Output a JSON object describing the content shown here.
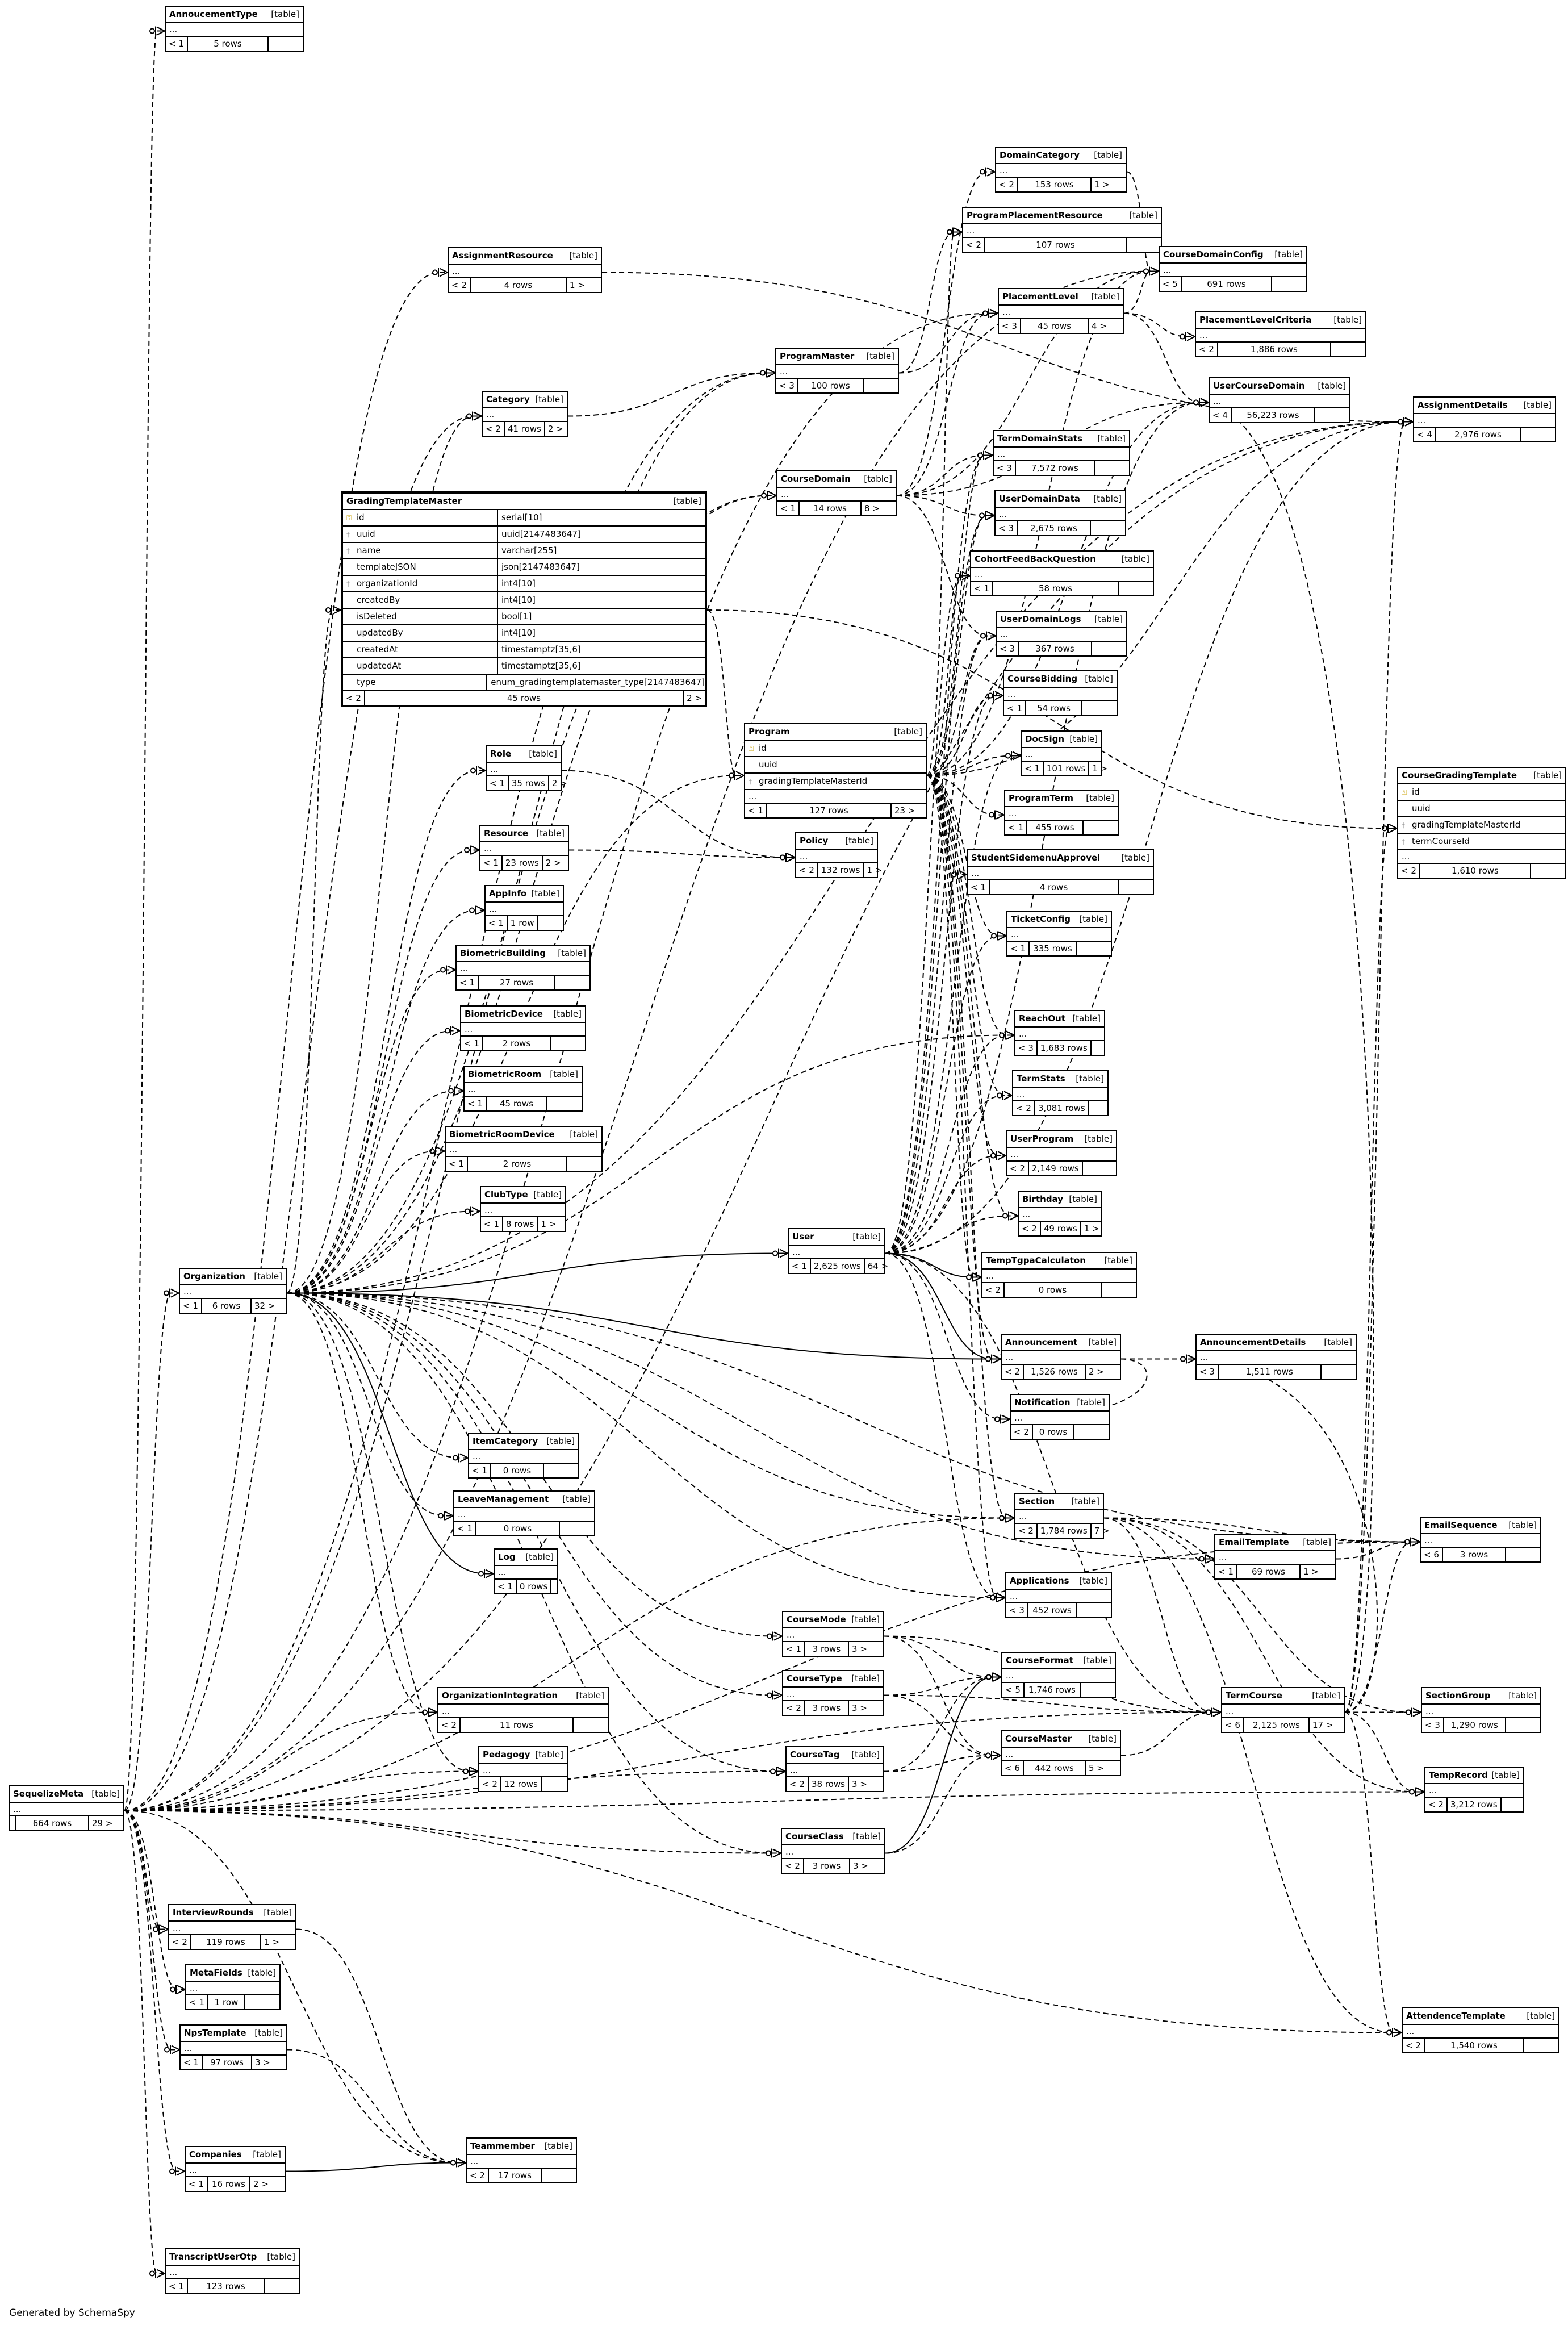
{
  "tables": {
    "AnnoucementType": {
      "name": "AnnoucementType",
      "type": "[table]",
      "row_indicator": "...",
      "left": "< 1",
      "rows": "5 rows",
      "right": ""
    },
    "DomainCategory": {
      "name": "DomainCategory",
      "type": "[table]",
      "row_indicator": "...",
      "left": "< 2",
      "rows": "153 rows",
      "right": "1 >"
    },
    "ProgramPlacementResource": {
      "name": "ProgramPlacementResource",
      "type": "[table]",
      "row_indicator": "...",
      "left": "< 2",
      "rows": "107 rows",
      "right": ""
    },
    "CourseDomainConfig": {
      "name": "CourseDomainConfig",
      "type": "[table]",
      "row_indicator": "...",
      "left": "< 5",
      "rows": "691 rows",
      "right": ""
    },
    "AssignmentResource": {
      "name": "AssignmentResource",
      "type": "[table]",
      "row_indicator": "...",
      "left": "< 2",
      "rows": "4 rows",
      "right": "1 >"
    },
    "PlacementLevel": {
      "name": "PlacementLevel",
      "type": "[table]",
      "row_indicator": "...",
      "left": "< 3",
      "rows": "45 rows",
      "right": "4 >"
    },
    "PlacementLevelCriteria": {
      "name": "PlacementLevelCriteria",
      "type": "[table]",
      "row_indicator": "...",
      "left": "< 2",
      "rows": "1,886 rows",
      "right": ""
    },
    "ProgramMaster": {
      "name": "ProgramMaster",
      "type": "[table]",
      "row_indicator": "...",
      "left": "< 3",
      "rows": "100 rows",
      "right": ""
    },
    "UserCourseDomain": {
      "name": "UserCourseDomain",
      "type": "[table]",
      "row_indicator": "...",
      "left": "< 4",
      "rows": "56,223 rows",
      "right": ""
    },
    "Category": {
      "name": "Category",
      "type": "[table]",
      "row_indicator": "...",
      "left": "< 2",
      "rows": "41 rows",
      "right": "2 >"
    },
    "AssignmentDetails": {
      "name": "AssignmentDetails",
      "type": "[table]",
      "row_indicator": "...",
      "left": "< 4",
      "rows": "2,976 rows",
      "right": ""
    },
    "TermDomainStats": {
      "name": "TermDomainStats",
      "type": "[table]",
      "row_indicator": "...",
      "left": "< 3",
      "rows": "7,572 rows",
      "right": ""
    },
    "CourseDomain": {
      "name": "CourseDomain",
      "type": "[table]",
      "row_indicator": "...",
      "left": "< 1",
      "rows": "14 rows",
      "right": "8 >"
    },
    "UserDomainData": {
      "name": "UserDomainData",
      "type": "[table]",
      "row_indicator": "...",
      "left": "< 3",
      "rows": "2,675 rows",
      "right": ""
    },
    "CohortFeedBackQuestion": {
      "name": "CohortFeedBackQuestion",
      "type": "[table]",
      "row_indicator": "...",
      "left": "< 1",
      "rows": "58 rows",
      "right": ""
    },
    "UserDomainLogs": {
      "name": "UserDomainLogs",
      "type": "[table]",
      "row_indicator": "...",
      "left": "< 3",
      "rows": "367 rows",
      "right": ""
    },
    "CourseBidding": {
      "name": "CourseBidding",
      "type": "[table]",
      "row_indicator": "...",
      "left": "< 1",
      "rows": "54 rows",
      "right": ""
    },
    "DocSign": {
      "name": "DocSign",
      "type": "[table]",
      "row_indicator": "...",
      "left": "< 1",
      "rows": "101 rows",
      "right": "1 >"
    },
    "Program": {
      "name": "Program",
      "type": "[table]",
      "row_indicator": "...",
      "left": "< 1",
      "rows": "127 rows",
      "right": "23 >",
      "columns": [
        {
          "name": "id",
          "type": "",
          "icon": "key"
        },
        {
          "name": "uuid",
          "type": "",
          "icon": ""
        },
        {
          "name": "gradingTemplateMasterId",
          "type": "",
          "icon": "fk"
        }
      ]
    },
    "CourseGradingTemplate": {
      "name": "CourseGradingTemplate",
      "type": "[table]",
      "row_indicator": "...",
      "left": "< 2",
      "rows": "1,610 rows",
      "right": "",
      "columns": [
        {
          "name": "id",
          "type": "",
          "icon": "key"
        },
        {
          "name": "uuid",
          "type": "",
          "icon": ""
        },
        {
          "name": "gradingTemplateMasterId",
          "type": "",
          "icon": "fk"
        },
        {
          "name": "termCourseId",
          "type": "",
          "icon": "fk"
        }
      ]
    },
    "ProgramTerm": {
      "name": "ProgramTerm",
      "type": "[table]",
      "row_indicator": "...",
      "left": "< 1",
      "rows": "455 rows",
      "right": ""
    },
    "Role": {
      "name": "Role",
      "type": "[table]",
      "row_indicator": "...",
      "left": "< 1",
      "rows": "35 rows",
      "right": "2 >"
    },
    "Resource": {
      "name": "Resource",
      "type": "[table]",
      "row_indicator": "...",
      "left": "< 1",
      "rows": "23 rows",
      "right": "2 >"
    },
    "Policy": {
      "name": "Policy",
      "type": "[table]",
      "row_indicator": "...",
      "left": "< 2",
      "rows": "132 rows",
      "right": "1 >"
    },
    "StudentSidemenuApprovel": {
      "name": "StudentSidemenuApprovel",
      "type": "[table]",
      "row_indicator": "...",
      "left": "< 1",
      "rows": "4 rows",
      "right": ""
    },
    "AppInfo": {
      "name": "AppInfo",
      "type": "[table]",
      "row_indicator": "...",
      "left": "< 1",
      "rows": "1 row",
      "right": ""
    },
    "TicketConfig": {
      "name": "TicketConfig",
      "type": "[table]",
      "row_indicator": "...",
      "left": "< 1",
      "rows": "335 rows",
      "right": ""
    },
    "BiometricBuilding": {
      "name": "BiometricBuilding",
      "type": "[table]",
      "row_indicator": "...",
      "left": "< 1",
      "rows": "27 rows",
      "right": ""
    },
    "BiometricDevice": {
      "name": "BiometricDevice",
      "type": "[table]",
      "row_indicator": "...",
      "left": "< 1",
      "rows": "2 rows",
      "right": ""
    },
    "ReachOut": {
      "name": "ReachOut",
      "type": "[table]",
      "row_indicator": "...",
      "left": "< 3",
      "rows": "1,683 rows",
      "right": ""
    },
    "TermStats": {
      "name": "TermStats",
      "type": "[table]",
      "row_indicator": "...",
      "left": "< 2",
      "rows": "3,081 rows",
      "right": ""
    },
    "BiometricRoom": {
      "name": "BiometricRoom",
      "type": "[table]",
      "row_indicator": "...",
      "left": "< 1",
      "rows": "45 rows",
      "right": ""
    },
    "UserProgram": {
      "name": "UserProgram",
      "type": "[table]",
      "row_indicator": "...",
      "left": "< 2",
      "rows": "2,149 rows",
      "right": ""
    },
    "BiometricRoomDevice": {
      "name": "BiometricRoomDevice",
      "type": "[table]",
      "row_indicator": "...",
      "left": "< 1",
      "rows": "2 rows",
      "right": ""
    },
    "Birthday": {
      "name": "Birthday",
      "type": "[table]",
      "row_indicator": "...",
      "left": "< 2",
      "rows": "49 rows",
      "right": "1 >"
    },
    "ClubType": {
      "name": "ClubType",
      "type": "[table]",
      "row_indicator": "...",
      "left": "< 1",
      "rows": "8 rows",
      "right": "1 >"
    },
    "User": {
      "name": "User",
      "type": "[table]",
      "row_indicator": "...",
      "left": "< 1",
      "rows": "2,625 rows",
      "right": "64 >"
    },
    "TempTgpaCalculaton": {
      "name": "TempTgpaCalculaton",
      "type": "[table]",
      "row_indicator": "...",
      "left": "< 2",
      "rows": "0 rows",
      "right": ""
    },
    "Organization": {
      "name": "Organization",
      "type": "[table]",
      "row_indicator": "...",
      "left": "< 1",
      "rows": "6 rows",
      "right": "32 >"
    },
    "Announcement": {
      "name": "Announcement",
      "type": "[table]",
      "row_indicator": "...",
      "left": "< 2",
      "rows": "1,526 rows",
      "right": "2 >"
    },
    "AnnouncementDetails": {
      "name": "AnnouncementDetails",
      "type": "[table]",
      "row_indicator": "...",
      "left": "< 3",
      "rows": "1,511 rows",
      "right": ""
    },
    "Notification": {
      "name": "Notification",
      "type": "[table]",
      "row_indicator": "...",
      "left": "< 2",
      "rows": "0 rows",
      "right": ""
    },
    "ItemCategory": {
      "name": "ItemCategory",
      "type": "[table]",
      "row_indicator": "...",
      "left": "< 1",
      "rows": "0 rows",
      "right": ""
    },
    "LeaveManagement": {
      "name": "LeaveManagement",
      "type": "[table]",
      "row_indicator": "...",
      "left": "< 1",
      "rows": "0 rows",
      "right": ""
    },
    "Section": {
      "name": "Section",
      "type": "[table]",
      "row_indicator": "...",
      "left": "< 2",
      "rows": "1,784 rows",
      "right": "7 >"
    },
    "EmailSequence": {
      "name": "EmailSequence",
      "type": "[table]",
      "row_indicator": "...",
      "left": "< 6",
      "rows": "3 rows",
      "right": ""
    },
    "EmailTemplate": {
      "name": "EmailTemplate",
      "type": "[table]",
      "row_indicator": "...",
      "left": "< 1",
      "rows": "69 rows",
      "right": "1 >"
    },
    "Log": {
      "name": "Log",
      "type": "[table]",
      "row_indicator": "...",
      "left": "< 1",
      "rows": "0 rows",
      "right": ""
    },
    "Applications": {
      "name": "Applications",
      "type": "[table]",
      "row_indicator": "...",
      "left": "< 3",
      "rows": "452 rows",
      "right": ""
    },
    "CourseMode": {
      "name": "CourseMode",
      "type": "[table]",
      "row_indicator": "...",
      "left": "< 1",
      "rows": "3 rows",
      "right": "3 >"
    },
    "CourseFormat": {
      "name": "CourseFormat",
      "type": "[table]",
      "row_indicator": "...",
      "left": "< 5",
      "rows": "1,746 rows",
      "right": ""
    },
    "CourseType": {
      "name": "CourseType",
      "type": "[table]",
      "row_indicator": "...",
      "left": "< 2",
      "rows": "3 rows",
      "right": "3 >"
    },
    "OrganizationIntegration": {
      "name": "OrganizationIntegration",
      "type": "[table]",
      "row_indicator": "...",
      "left": "< 2",
      "rows": "11 rows",
      "right": ""
    },
    "TermCourse": {
      "name": "TermCourse",
      "type": "[table]",
      "row_indicator": "...",
      "left": "< 6",
      "rows": "2,125 rows",
      "right": "17 >"
    },
    "SectionGroup": {
      "name": "SectionGroup",
      "type": "[table]",
      "row_indicator": "...",
      "left": "< 3",
      "rows": "1,290 rows",
      "right": ""
    },
    "CourseMaster": {
      "name": "CourseMaster",
      "type": "[table]",
      "row_indicator": "...",
      "left": "< 6",
      "rows": "442 rows",
      "right": "5 >"
    },
    "Pedagogy": {
      "name": "Pedagogy",
      "type": "[table]",
      "row_indicator": "...",
      "left": "< 2",
      "rows": "12 rows",
      "right": ""
    },
    "CourseTag": {
      "name": "CourseTag",
      "type": "[table]",
      "row_indicator": "...",
      "left": "< 2",
      "rows": "38 rows",
      "right": "3 >"
    },
    "TempRecord": {
      "name": "TempRecord",
      "type": "[table]",
      "row_indicator": "...",
      "left": "< 2",
      "rows": "3,212 rows",
      "right": ""
    },
    "SequelizeMeta": {
      "name": "SequelizeMeta",
      "type": "[table]",
      "row_indicator": "...",
      "left": "",
      "rows": "664 rows",
      "right": "29 >"
    },
    "CourseClass": {
      "name": "CourseClass",
      "type": "[table]",
      "row_indicator": "...",
      "left": "< 2",
      "rows": "3 rows",
      "right": "3 >"
    },
    "InterviewRounds": {
      "name": "InterviewRounds",
      "type": "[table]",
      "row_indicator": "...",
      "left": "< 2",
      "rows": "119 rows",
      "right": "1 >"
    },
    "MetaFields": {
      "name": "MetaFields",
      "type": "[table]",
      "row_indicator": "...",
      "left": "< 1",
      "rows": "1 row",
      "right": ""
    },
    "AttendenceTemplate": {
      "name": "AttendenceTemplate",
      "type": "[table]",
      "row_indicator": "...",
      "left": "< 2",
      "rows": "1,540 rows",
      "right": ""
    },
    "NpsTemplate": {
      "name": "NpsTemplate",
      "type": "[table]",
      "row_indicator": "...",
      "left": "< 1",
      "rows": "97 rows",
      "right": "3 >"
    },
    "Teammember": {
      "name": "Teammember",
      "type": "[table]",
      "row_indicator": "...",
      "left": "< 2",
      "rows": "17 rows",
      "right": ""
    },
    "Companies": {
      "name": "Companies",
      "type": "[table]",
      "row_indicator": "...",
      "left": "< 1",
      "rows": "16 rows",
      "right": "2 >"
    },
    "TranscriptUserOtp": {
      "name": "TranscriptUserOtp",
      "type": "[table]",
      "row_indicator": "...",
      "left": "< 1",
      "rows": "123 rows",
      "right": ""
    }
  },
  "grading_template_master": {
    "name": "GradingTemplateMaster",
    "type": "[table]",
    "columns": [
      {
        "name": "id",
        "type": "serial[10]",
        "icon": "key"
      },
      {
        "name": "uuid",
        "type": "uuid[2147483647]",
        "icon": "fk"
      },
      {
        "name": "name",
        "type": "varchar[255]",
        "icon": "fk"
      },
      {
        "name": "templateJSON",
        "type": "json[2147483647]",
        "icon": ""
      },
      {
        "name": "organizationId",
        "type": "int4[10]",
        "icon": "fk"
      },
      {
        "name": "createdBy",
        "type": "int4[10]",
        "icon": ""
      },
      {
        "name": "isDeleted",
        "type": "bool[1]",
        "icon": ""
      },
      {
        "name": "updatedBy",
        "type": "int4[10]",
        "icon": ""
      },
      {
        "name": "createdAt",
        "type": "timestamptz[35,6]",
        "icon": ""
      },
      {
        "name": "updatedAt",
        "type": "timestamptz[35,6]",
        "icon": ""
      },
      {
        "name": "type",
        "type": "enum_gradingtemplatemaster_type[2147483647]",
        "icon": ""
      }
    ],
    "left": "< 2",
    "rows": "45 rows",
    "right": "2 >"
  },
  "footer": {
    "generated_by": "Generated by SchemaSpy"
  }
}
